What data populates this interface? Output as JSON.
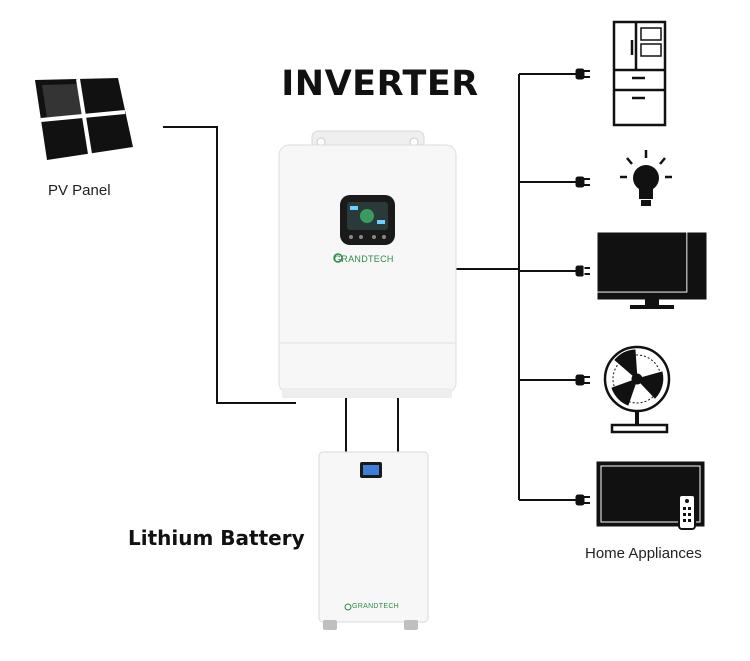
{
  "diagram": {
    "title": "INVERTER",
    "pv_label": "PV Panel",
    "battery_label": "Lithium Battery",
    "appliances_label": "Home Appliances",
    "inverter_brand": "GRANDTECH",
    "battery_brand": "GRANDTECH"
  },
  "colors": {
    "line": "#111111",
    "device_body": "#f7f7f7",
    "brand": "#2d8a4a",
    "screen": "#1a1a1a"
  },
  "appliances": [
    "refrigerator-icon",
    "light-bulb-icon",
    "monitor-icon",
    "fan-icon",
    "tv-icon"
  ]
}
